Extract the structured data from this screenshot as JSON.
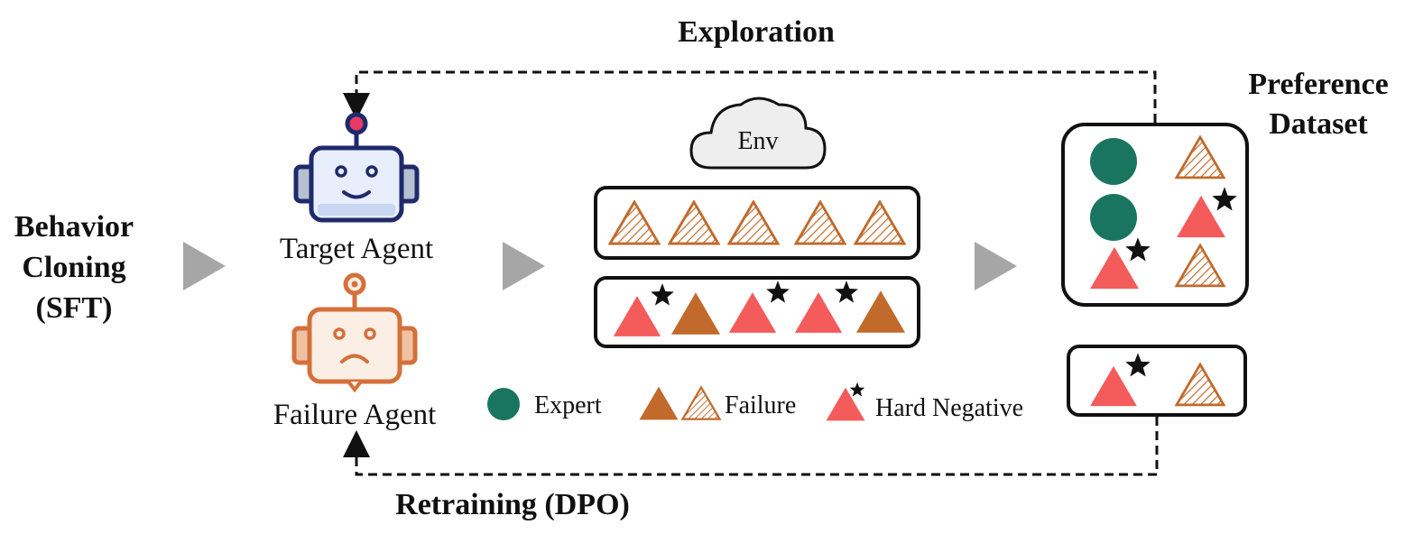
{
  "labels": {
    "exploration": "Exploration",
    "retraining": "Retraining (DPO)",
    "behavior_cloning_line1": "Behavior",
    "behavior_cloning_line2": "Cloning",
    "behavior_cloning_line3": "(SFT)",
    "target_agent": "Target Agent",
    "failure_agent": "Failure Agent",
    "env": "Env",
    "preference_dataset_line1": "Preference",
    "preference_dataset_line2": "Dataset"
  },
  "legend": {
    "expert": "Expert",
    "failure": "Failure",
    "hard_negative": "Hard Negative"
  },
  "colors": {
    "expert": "#1a7560",
    "failure": "#c16a2b",
    "hard_negative": "#f45b5b",
    "arrow_gray": "#a6a6a6",
    "target_robot": "#1f2a6b",
    "target_robot_fill": "#e8eefb",
    "failure_robot": "#d4703a",
    "failure_robot_fill": "#fbeee4"
  },
  "trajectory_rows": [
    {
      "items": [
        "failure-hatched",
        "failure-hatched",
        "failure-hatched",
        "failure-hatched",
        "failure-hatched"
      ]
    },
    {
      "items": [
        "hard-negative",
        "failure-solid",
        "hard-negative",
        "hard-negative",
        "failure-solid"
      ]
    }
  ]
}
